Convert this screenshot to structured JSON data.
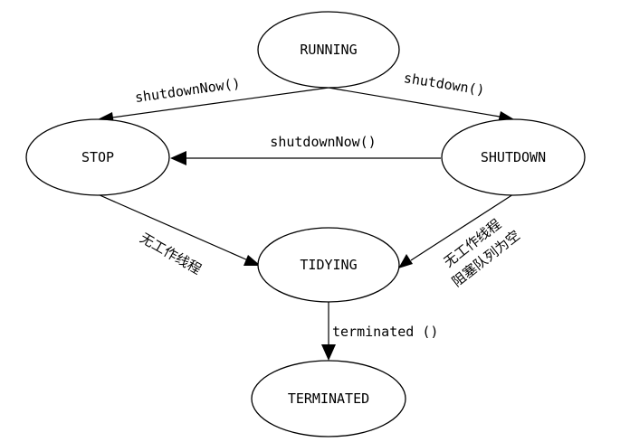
{
  "states": {
    "running": "RUNNING",
    "stop": "STOP",
    "shutdown": "SHUTDOWN",
    "tidying": "TIDYING",
    "terminated": "TERMINATED"
  },
  "transitions": {
    "running_to_stop": "shutdownNow()",
    "running_to_shutdown": "shutdown()",
    "shutdown_to_stop": "shutdownNow()",
    "stop_to_tidying": "无工作线程",
    "shutdown_to_tidying_line1": "无工作线程",
    "shutdown_to_tidying_line2": "阻塞队列为空",
    "tidying_to_terminated": "terminated ()"
  }
}
